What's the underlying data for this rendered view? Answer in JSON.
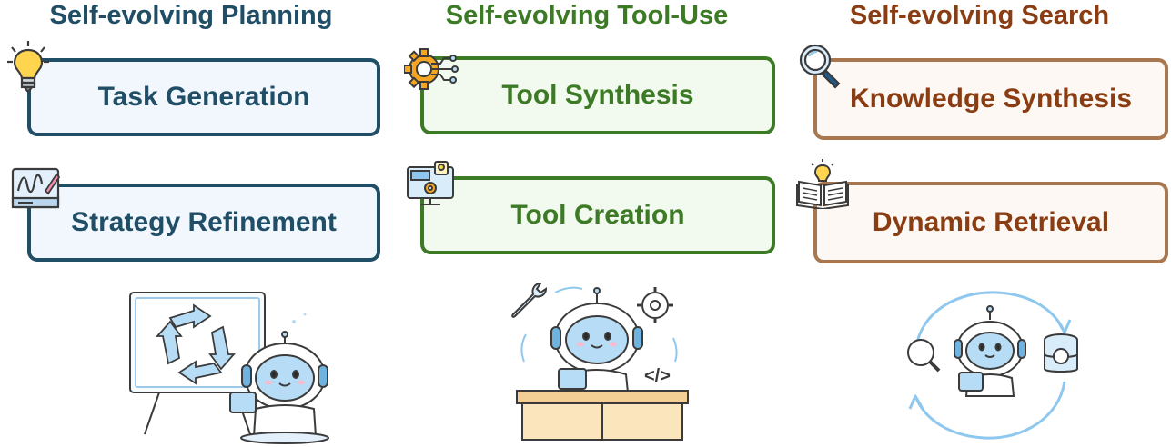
{
  "colors": {
    "planning": "#1f4e66",
    "tooluse": "#3d7a26",
    "search": "#8a3d12",
    "planning_fill": "#f1f7fc",
    "tooluse_fill": "#f2f9ee",
    "search_fill": "#fdf8f3"
  },
  "planning": {
    "title": "Self-evolving Planning",
    "items": [
      {
        "label": "Task Generation",
        "icon": "lightbulb-icon"
      },
      {
        "label": "Strategy Refinement",
        "icon": "chart-panel-icon"
      }
    ],
    "illustration": "robot-with-whiteboard-cycle"
  },
  "tooluse": {
    "title": "Self-evolving Tool-Use",
    "items": [
      {
        "label": "Tool Synthesis",
        "icon": "gear-circuit-icon"
      },
      {
        "label": "Tool Creation",
        "icon": "monitor-gear-icon"
      }
    ],
    "illustration": "robot-at-desk-with-tools",
    "code_glyph": "</>"
  },
  "search": {
    "title": "Self-evolving Search",
    "items": [
      {
        "label": "Knowledge Synthesis",
        "icon": "magnifier-icon"
      },
      {
        "label": "Dynamic Retrieval",
        "icon": "open-book-bulb-icon"
      }
    ],
    "illustration": "robot-search-database-cycle"
  }
}
